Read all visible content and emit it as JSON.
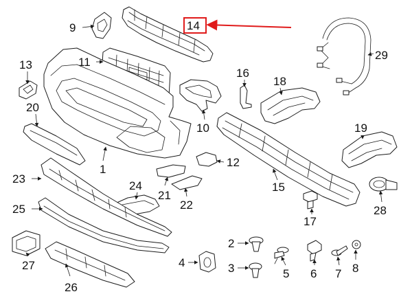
{
  "colors": {
    "line": "#1a1a1a",
    "text": "#111111",
    "highlight": "#e01b1b",
    "background": "#ffffff"
  },
  "callouts": {
    "c1": "1",
    "c2": "2",
    "c3": "3",
    "c4": "4",
    "c5": "5",
    "c6": "6",
    "c7": "7",
    "c8": "8",
    "c9": "9",
    "c10": "10",
    "c11": "11",
    "c12": "12",
    "c13": "13",
    "c14": "14",
    "c15": "15",
    "c16": "16",
    "c17": "17",
    "c18": "18",
    "c19": "19",
    "c20": "20",
    "c21": "21",
    "c22": "22",
    "c23": "23",
    "c24": "24",
    "c25": "25",
    "c26": "26",
    "c27": "27",
    "c28": "28",
    "c29": "29"
  },
  "highlighted_callout": "14"
}
